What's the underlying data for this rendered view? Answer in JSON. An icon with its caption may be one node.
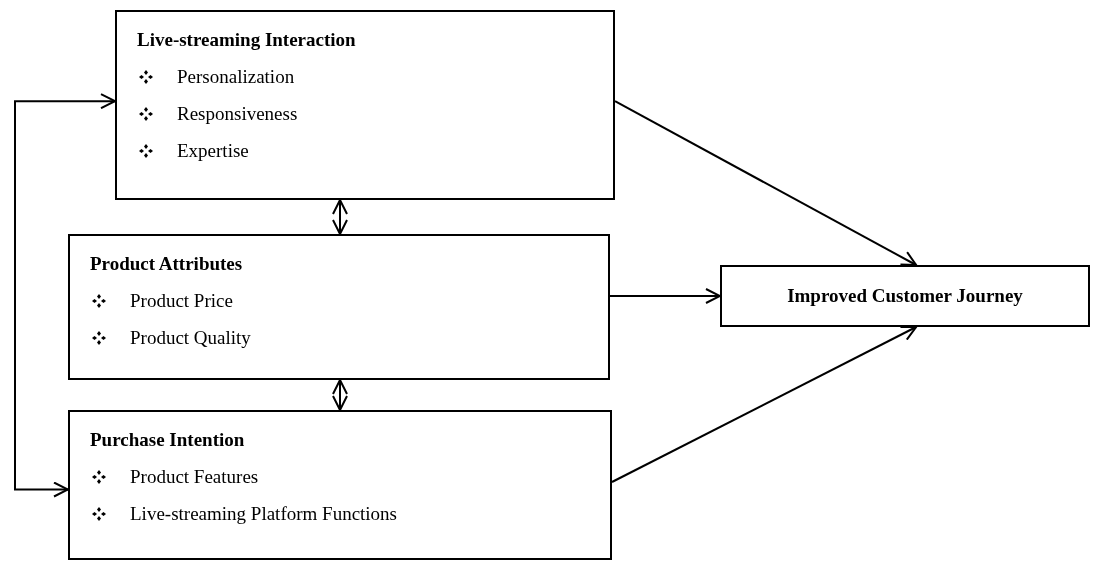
{
  "diagram": {
    "nodes": [
      {
        "text": [
          "Live-streaming Interaction",
          "Personalization",
          "Responsiveness",
          "Expertise"
        ]
      },
      {
        "text": [
          "Product Attributes",
          "Product Price",
          "Product Quality"
        ]
      },
      {
        "text": [
          "Purchase Intention",
          "Product Features",
          "Live-streaming Platform Functions"
        ]
      },
      {
        "text": [
          "Improved Customer Journey"
        ]
      }
    ],
    "edges": [
      {
        "from": 0,
        "to": 3,
        "arrow": "to"
      },
      {
        "from": 1,
        "to": 3,
        "arrow": "to"
      },
      {
        "from": 2,
        "to": 3,
        "arrow": "to"
      },
      {
        "from": 0,
        "to": 1,
        "arrow": "both"
      },
      {
        "from": 1,
        "to": 2,
        "arrow": "both"
      },
      {
        "from": 2,
        "to": 0,
        "arrow": "both"
      }
    ]
  }
}
